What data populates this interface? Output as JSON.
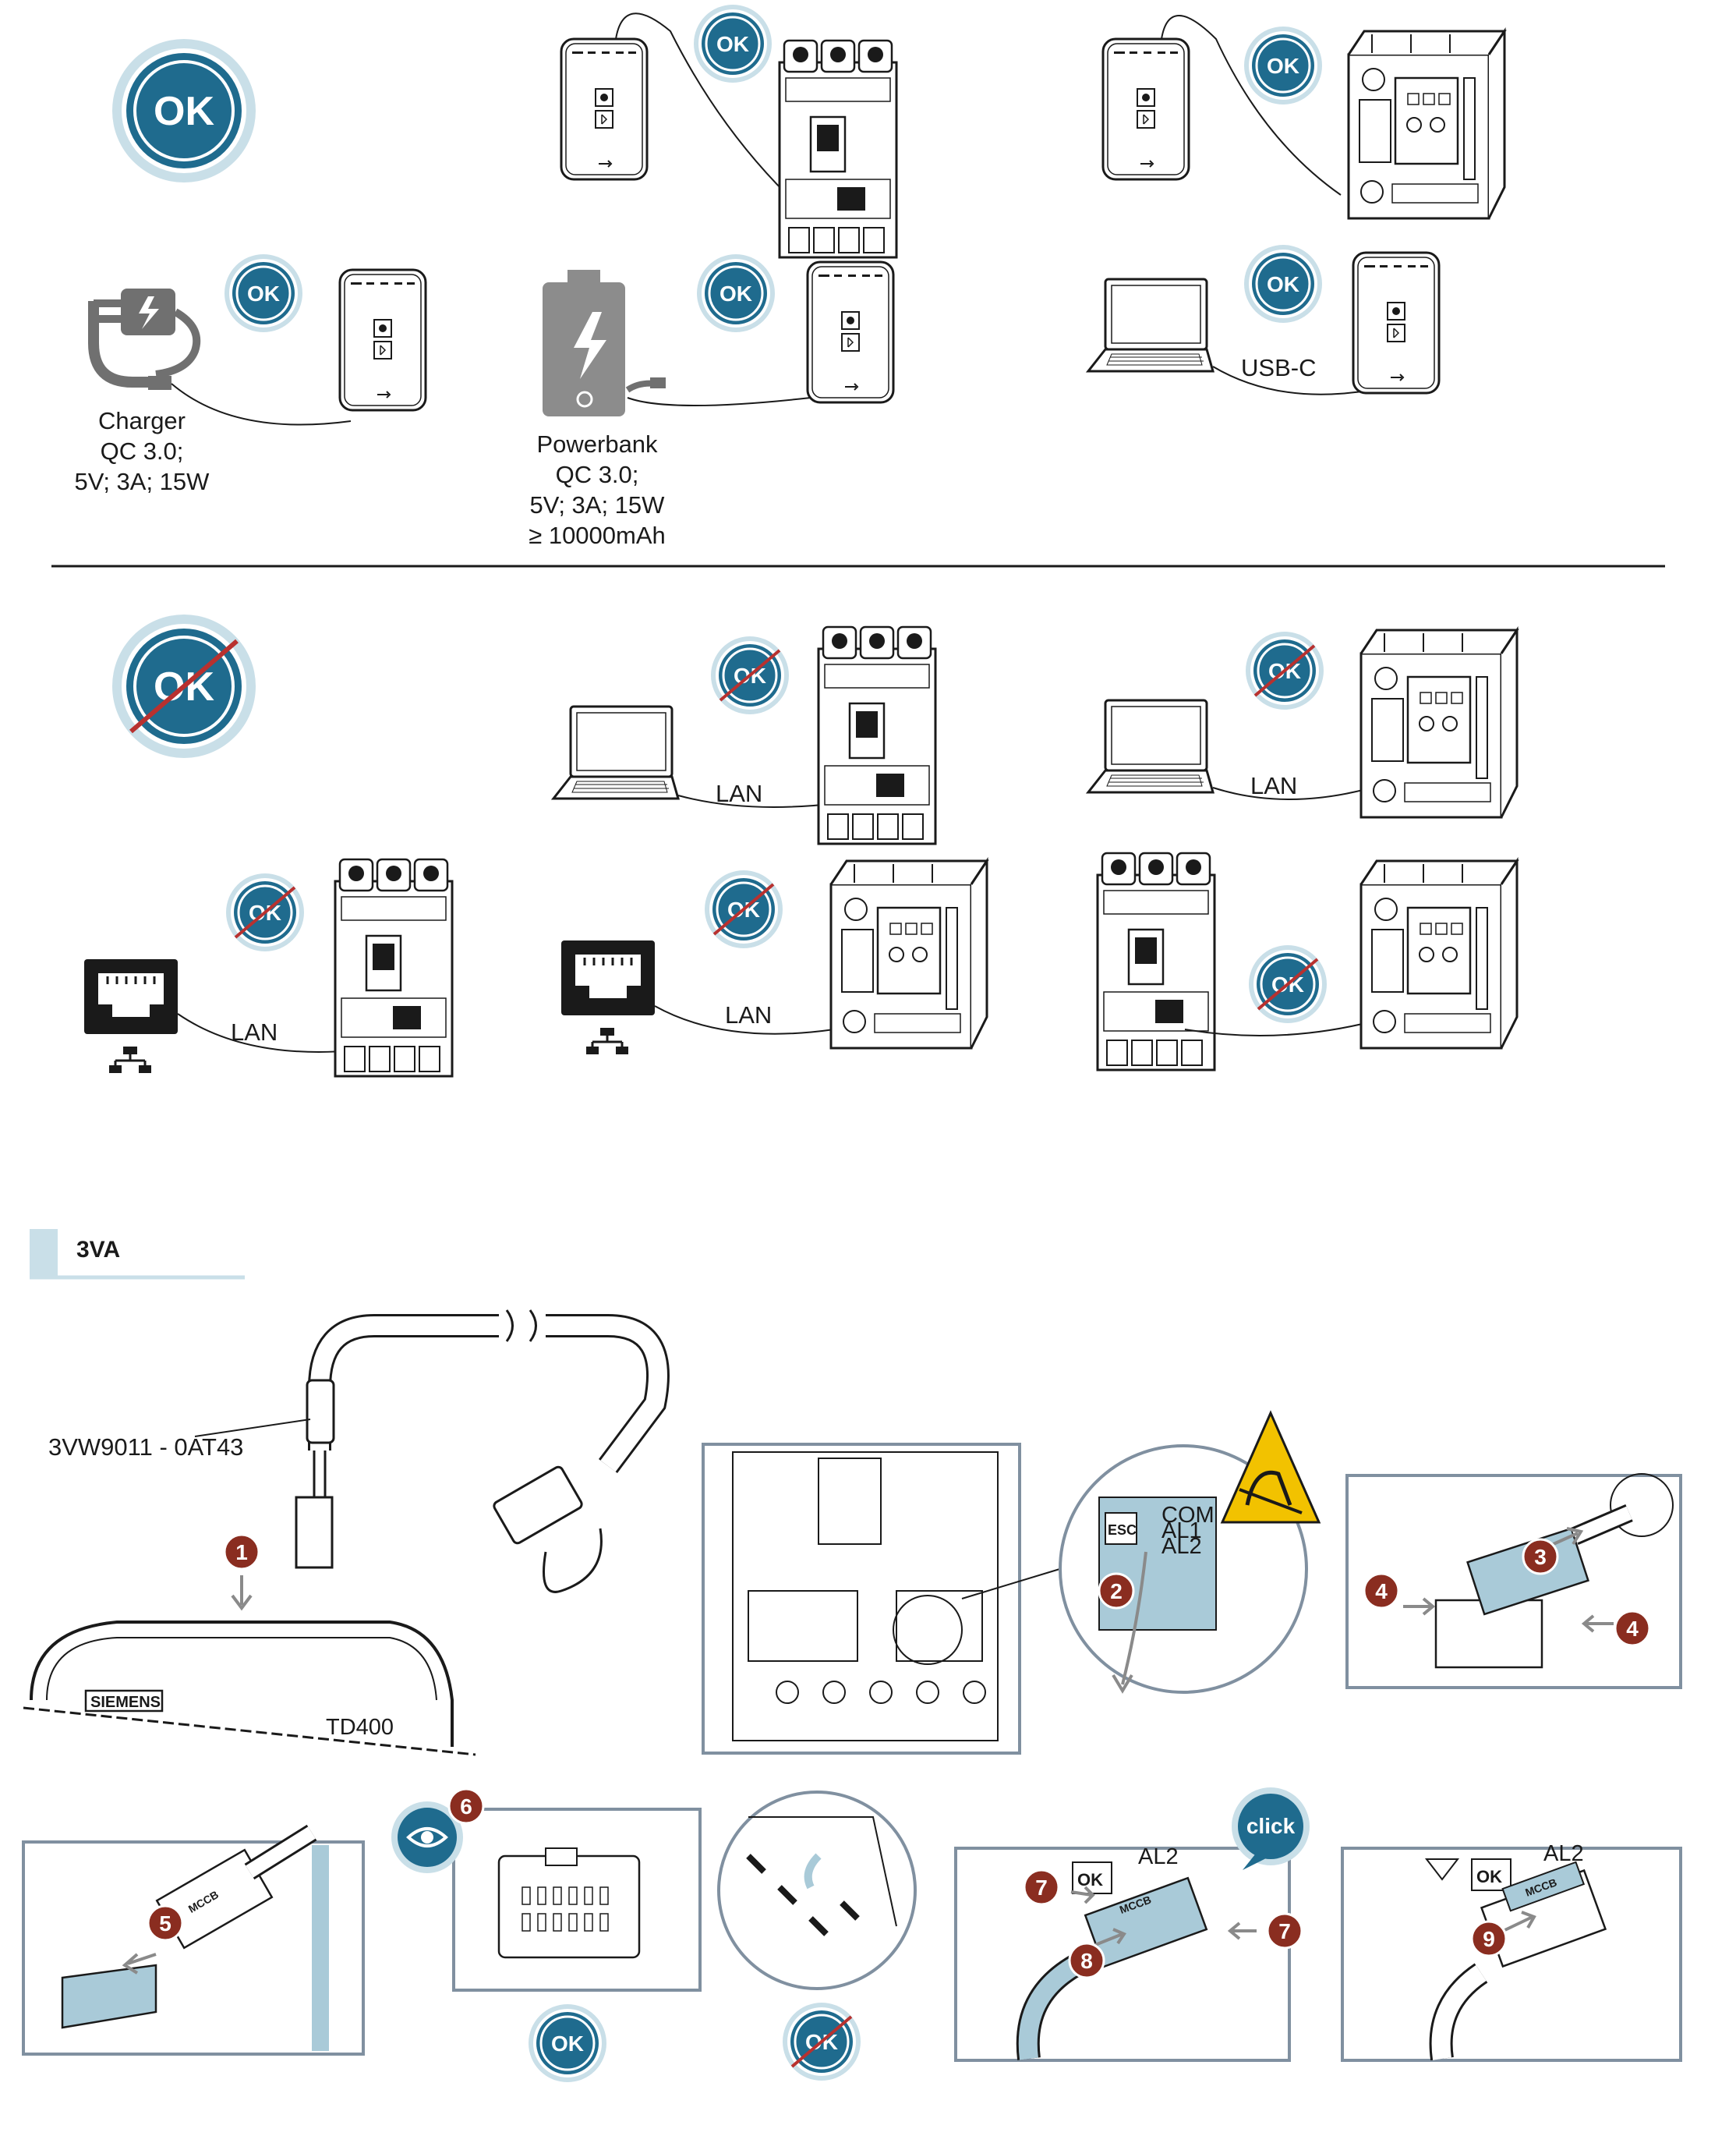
{
  "colors": {
    "badge_ring": "#c9dfe8",
    "badge_fill": "#1f6b8e",
    "badge_inner_ring": "#ffffff",
    "strike": "#b8312f",
    "step_fill": "#8a2d20",
    "accent_blue": "#a9cad8",
    "line": "#1a1a1a",
    "grey": "#808080"
  },
  "badges": {
    "ok": "OK",
    "click": "click"
  },
  "labels": {
    "charger_line1": "Charger",
    "charger_line2": "QC 3.0;",
    "charger_line3": "5V; 3A; 15W",
    "powerbank_line1": "Powerbank",
    "powerbank_line2": "QC 3.0;",
    "powerbank_line3": "5V; 3A; 15W",
    "powerbank_line4": "≥ 10000mAh",
    "usbc": "USB-C",
    "lan": "LAN",
    "cable_part": "3VW9011 - 0AT43",
    "brand": "SIEMENS",
    "device_model": "TD400",
    "esc": "ESC",
    "ok_key": "OK",
    "mccb": "MCCB",
    "al1": "AL1",
    "al2": "AL2",
    "com": "COM"
  },
  "section": {
    "title": "3VA"
  },
  "steps": [
    "1",
    "2",
    "3",
    "4",
    "5",
    "6",
    "7",
    "8",
    "9"
  ],
  "icons": [
    "ok-badge-icon",
    "not-ok-badge-icon",
    "charger-icon",
    "powerbank-icon",
    "laptop-icon",
    "lan-port-icon",
    "network-icon",
    "esd-warning-icon",
    "eye-icon",
    "click-icon",
    "breaker-icon",
    "air-breaker-icon",
    "td400-device-icon"
  ]
}
